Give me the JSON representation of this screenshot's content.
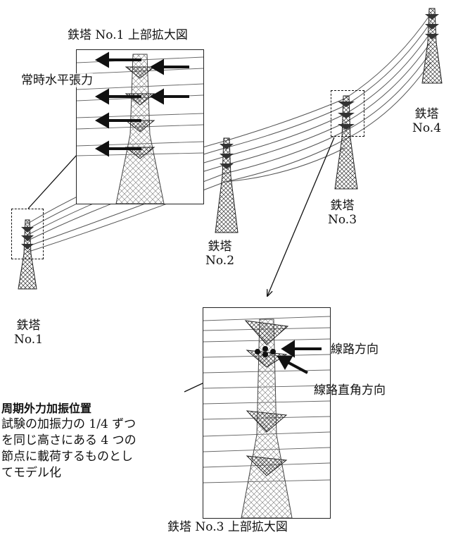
{
  "towers": [
    {
      "name": "鉄塔",
      "number": "No.1"
    },
    {
      "name": "鉄塔",
      "number": "No.2"
    },
    {
      "name": "鉄塔",
      "number": "No.3"
    },
    {
      "name": "鉄塔",
      "number": "No.4"
    }
  ],
  "detail_top": {
    "caption": "鉄塔 No.1 上部拡大図",
    "force_label": "常時水平張力"
  },
  "detail_bottom": {
    "caption": "鉄塔 No.3 上部拡大図",
    "line_direction": "線路方向",
    "perpendicular_direction": "線路直角方向"
  },
  "excitation_note": {
    "title": "周期外力加振位置",
    "lines": [
      "試験の加振力の 1/4 ずつ",
      "を同じ高さにある 4 つの",
      "節点に載荷するものとし",
      "てモデル化"
    ]
  }
}
